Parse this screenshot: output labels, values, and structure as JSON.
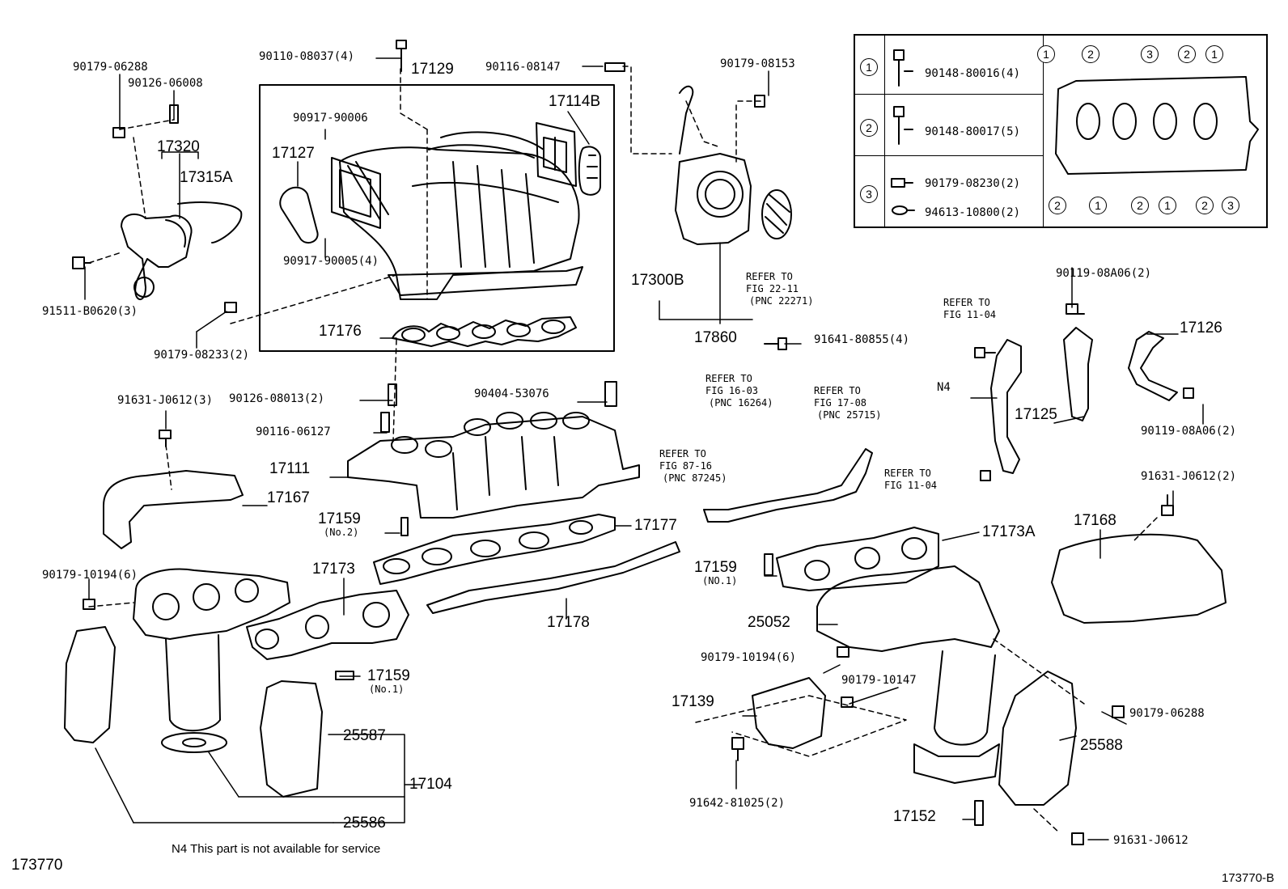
{
  "legend": {
    "rows": [
      {
        "key": "1",
        "part": "90148-80016(4)"
      },
      {
        "key": "2",
        "part": "90148-80017(5)"
      },
      {
        "key": "3",
        "part_a": "90179-08230(2)",
        "part_b": "94613-10800(2)"
      }
    ],
    "gasket_keys_top": [
      "1",
      "2",
      "3",
      "2",
      "1"
    ],
    "gasket_keys_bottom": [
      "2",
      "1",
      "2",
      "1",
      "2",
      "3"
    ]
  },
  "labels": {
    "p90179_06288_top": "90179-06288",
    "p90126_06008": "90126-06008",
    "p17320": "17320",
    "p17315A": "17315A",
    "p91511": "91511-B0620(3)",
    "p90110": "90110-08037(4)",
    "p17129": "17129",
    "p90116_08147": "90116-08147",
    "p90179_08153": "90179-08153",
    "p90917_90006": "90917-90006",
    "p17127": "17127",
    "p17114B": "17114B",
    "p90917_90005": "90917-90005(4)",
    "p17176": "17176",
    "p90179_08233": "90179-08233(2)",
    "p17300B": "17300B",
    "p17860": "17860",
    "p91641": "91641-80855(4)",
    "refer_22_11": [
      "REFER TO",
      "FIG 22-11",
      "(PNC 22271)"
    ],
    "p90126_08013": "90126-08013(2)",
    "p90116_06127": "90116-06127",
    "p91631_left": "91631-J0612(3)",
    "p90404": "90404-53076",
    "refer_16_03": [
      "REFER TO",
      "FIG 16-03",
      "(PNC 16264)"
    ],
    "refer_87_16": [
      "REFER TO",
      "FIG 87-16",
      "(PNC 87245)"
    ],
    "refer_17_08": [
      "REFER TO",
      "FIG 17-08",
      "(PNC 25715)"
    ],
    "refer_11_04_top": [
      "REFER TO",
      "FIG 11-04"
    ],
    "refer_11_04_bot": [
      "REFER TO",
      "FIG 11-04"
    ],
    "pN4": "N4",
    "p90119_top": "90119-08A06(2)",
    "p17126": "17126",
    "p17125": "17125",
    "p90119_bot": "90119-08A06(2)",
    "p17111": "17111",
    "p17167": "17167",
    "p17159_no2": "17159",
    "p17159_no2_sub": "(No.2)",
    "p17177": "17177",
    "p91631_right": "91631-J0612(2)",
    "p17168": "17168",
    "p17173A": "17173A",
    "p90179_10194_left": "90179-10194(6)",
    "p17173": "17173",
    "p17178": "17178",
    "p17159_no1_mid": "17159",
    "p17159_no1_mid_sub": "(NO.1)",
    "p25052": "25052",
    "p90179_10194_right": "90179-10194(6)",
    "p17159_no1_left": "17159",
    "p17159_no1_left_sub": "(No.1)",
    "p90179_10147": "90179-10147",
    "p17139": "17139",
    "p90179_06288_right": "90179-06288",
    "p25587": "25587",
    "p17104": "17104",
    "p25588": "25588",
    "p25586": "25586",
    "p91642": "91642-81025(2)",
    "p17152": "17152",
    "p91631_bot": "91631-J0612"
  },
  "footnote": "N4  This part is not available for service",
  "code_left": "173770",
  "code_right": "173770-B"
}
